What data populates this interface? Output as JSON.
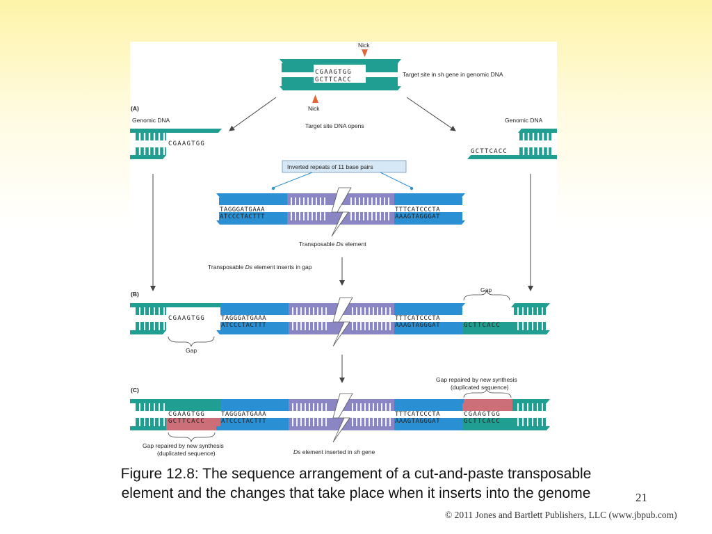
{
  "labels": {
    "nick": "Nick",
    "target_site": [
      "Target site in ",
      "sh",
      " gene in genomic DNA"
    ],
    "panel_a": "(A)",
    "panel_b": "(B)",
    "panel_c": "(C)",
    "genomic_dna": "Genomic DNA",
    "target_opens": "Target site DNA opens",
    "inverted_repeats": "Inverted repeats of 11 base pairs",
    "ds_element": [
      "Transposable ",
      "Ds",
      " element"
    ],
    "ds_inserts": [
      "Transposable ",
      "Ds",
      " element inserts in gap"
    ],
    "gap": "Gap",
    "gap_repaired": "Gap repaired by new synthesis",
    "duplicated": "(duplicated sequence)",
    "ds_inserted": [
      "Ds",
      " element inserted in ",
      "sh",
      " gene"
    ]
  },
  "sequences": {
    "target_top": "CGAAGTGG",
    "target_bottom": "GCTTCACC",
    "repeat_left_top": "TAGGGATGAAA",
    "repeat_left_bottom": "ATCCCTACTTT",
    "repeat_right_top": "TTTCATCCCTA",
    "repeat_right_bottom": "AAAGTAGGGAT"
  },
  "colors": {
    "teal": "#1f9e91",
    "blue": "#2a8fd3",
    "purple": "#8a86c4",
    "pink": "#cc6f78",
    "nick_arrow": "#e0663a",
    "label_box": "#d6e8f5"
  },
  "caption": {
    "line1": "Figure 12.8: The sequence arrangement of a cut-and-paste transposable",
    "line2": "element  and the changes that take place when it inserts into the genome"
  },
  "page_number": "21",
  "copyright": "© 2011 Jones and Bartlett Publishers, LLC (www.jbpub.com)"
}
